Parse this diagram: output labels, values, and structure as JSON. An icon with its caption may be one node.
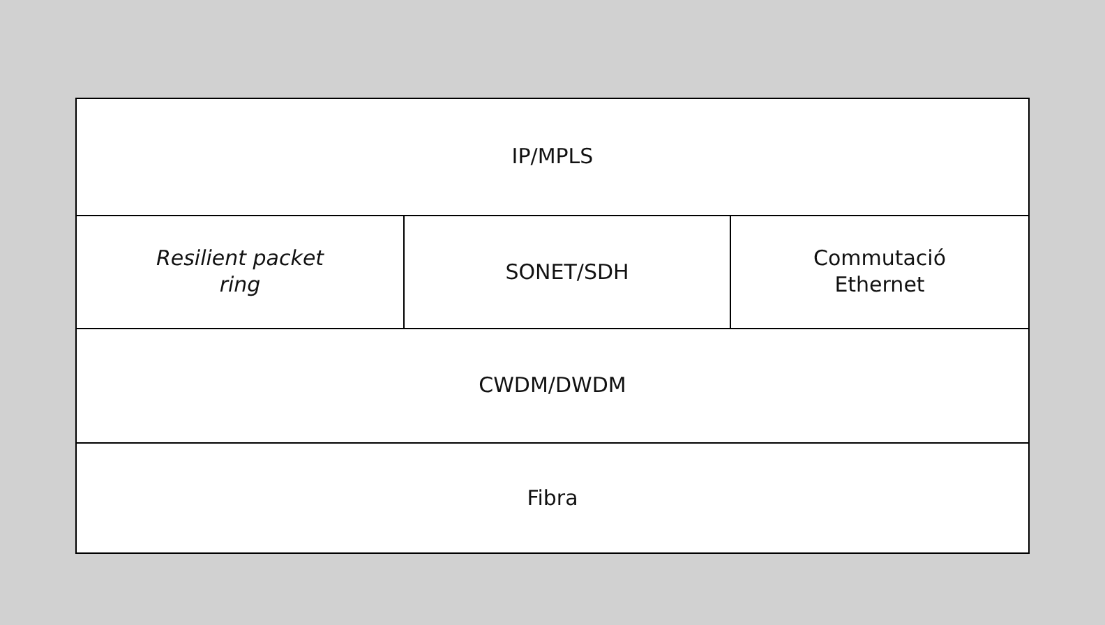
{
  "diagram": {
    "nodes": [
      {
        "text": [
          "IP/MPLS"
        ]
      },
      {
        "text": [
          "Resilient packet ring"
        ]
      },
      {
        "text": [
          "SONET/SDH"
        ]
      },
      {
        "text": [
          "Commutació Ethernet"
        ]
      },
      {
        "text": [
          "CWDM/DWDM"
        ]
      },
      {
        "text": [
          "Fibra"
        ]
      }
    ]
  }
}
